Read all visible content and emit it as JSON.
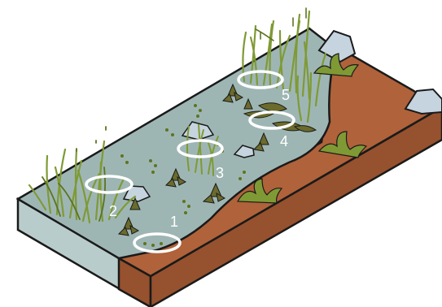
{
  "colors": {
    "water": "#9eb6b3",
    "water_front": "#b8cccb",
    "soil_top": "#b0623a",
    "soil_front": "#96512e",
    "outline": "#1a1a1a",
    "grass": "#7f9a35",
    "grass_dark": "#5d7420",
    "leaf": "#6b6b2c",
    "rock": "#c5d4de",
    "marker": "#ffffff"
  },
  "markers": [
    {
      "label": "1"
    },
    {
      "label": "2"
    },
    {
      "label": "3"
    },
    {
      "label": "4"
    },
    {
      "label": "5"
    }
  ]
}
